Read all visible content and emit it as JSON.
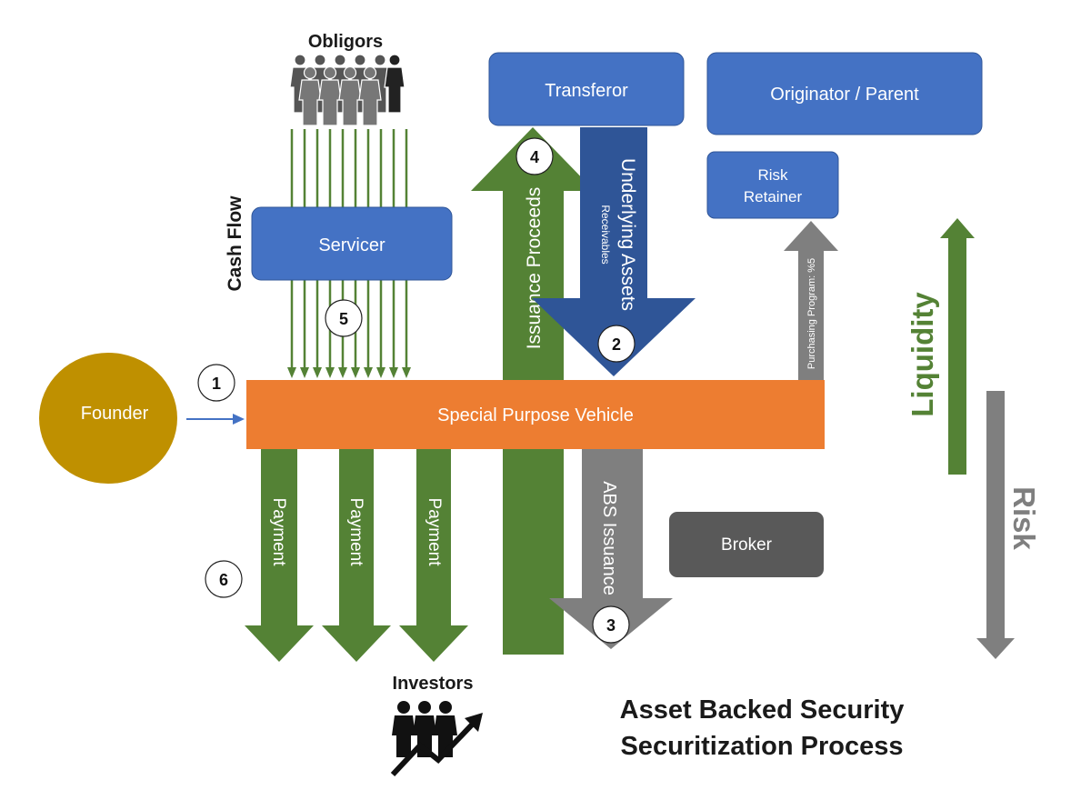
{
  "title_line1": "Asset Backed Security",
  "title_line2": "Securitization Process",
  "nodes": {
    "founder": "Founder",
    "spv": "Special Purpose Vehicle",
    "servicer": "Servicer",
    "transferor": "Transferor",
    "originator": "Originator / Parent",
    "risk_retainer_line1": "Risk",
    "risk_retainer_line2": "Retainer",
    "broker": "Broker",
    "obligors": "Obligors",
    "investors": "Investors"
  },
  "flows": {
    "cash_flow": "Cash Flow",
    "issuance_proceeds": "Issuance Proceeds",
    "underlying_assets": "Underlying Assets",
    "receivables": "Receivables",
    "purchasing_program": "Purchasing Program: %5",
    "abs_issuance": "ABS Issuance",
    "payment": "Payment",
    "liquidity": "Liquidity",
    "risk": "Risk"
  },
  "steps": [
    "1",
    "2",
    "3",
    "4",
    "5",
    "6"
  ],
  "colors": {
    "blue": "#4472c4",
    "dark_blue": "#2f5597",
    "orange": "#ed7d31",
    "green": "#548235",
    "gray": "#7f7f7f",
    "dark_gray": "#595959",
    "gold": "#bf9000"
  },
  "icons": [
    "people-crowd-icon",
    "investors-growth-icon"
  ]
}
